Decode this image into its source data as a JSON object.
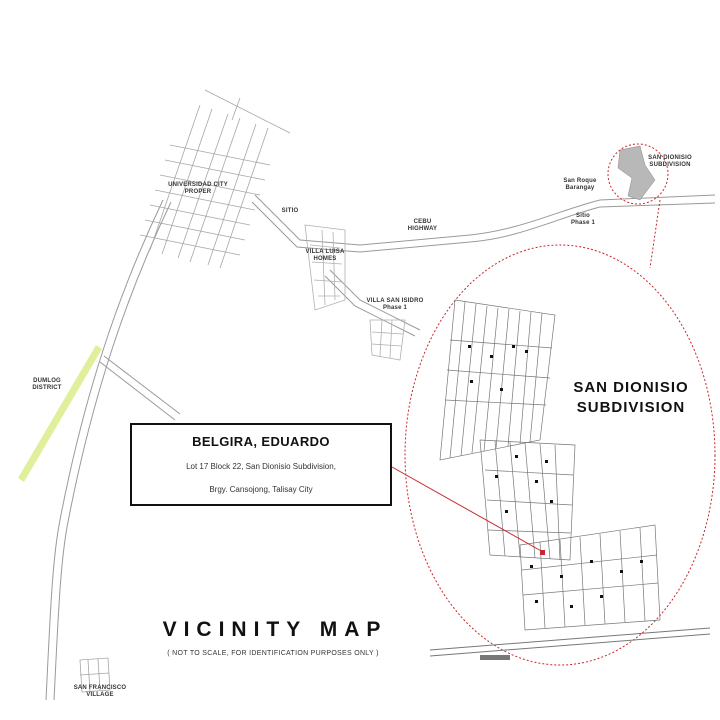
{
  "map": {
    "subdivision_name": "SAN DIONISIO\nSUBDIVISION",
    "labels": {
      "north_village": "UNIVERSIDAD CITY\nPROPER",
      "mid_village": "VILLA LUISA\nHOMES",
      "mid_road_label": "SITIO",
      "east_road": "CEBU\nHIGHWAY",
      "phase_label": "VILLA SAN ISIDRO\nPhase 1",
      "ne_locality": "SAN DIONISIO\nSUBDIVISION",
      "ne_road_a": "San Roque\nBarangay",
      "ne_road_b": "Sitio\nPhase 1",
      "west_locality": "DUMLOG\nDISTRICT",
      "south_village": "SAN FRANCISCO\nVILLAGE"
    }
  },
  "callout": {
    "name": "BELGIRA, EDUARDO",
    "address_line1": "Lot 17 Block 22, San Dionisio Subdivision,",
    "address_line2": "Brgy. Cansojong, Talisay City"
  },
  "title": {
    "main": "VICINITY MAP",
    "sub": "( NOT TO SCALE, FOR IDENTIFICATION PURPOSES ONLY )"
  },
  "colors": {
    "road": "#9a9a9a",
    "boundary": "#c8262c",
    "green_strip": "#d9ec8a",
    "ink": "#111111"
  }
}
